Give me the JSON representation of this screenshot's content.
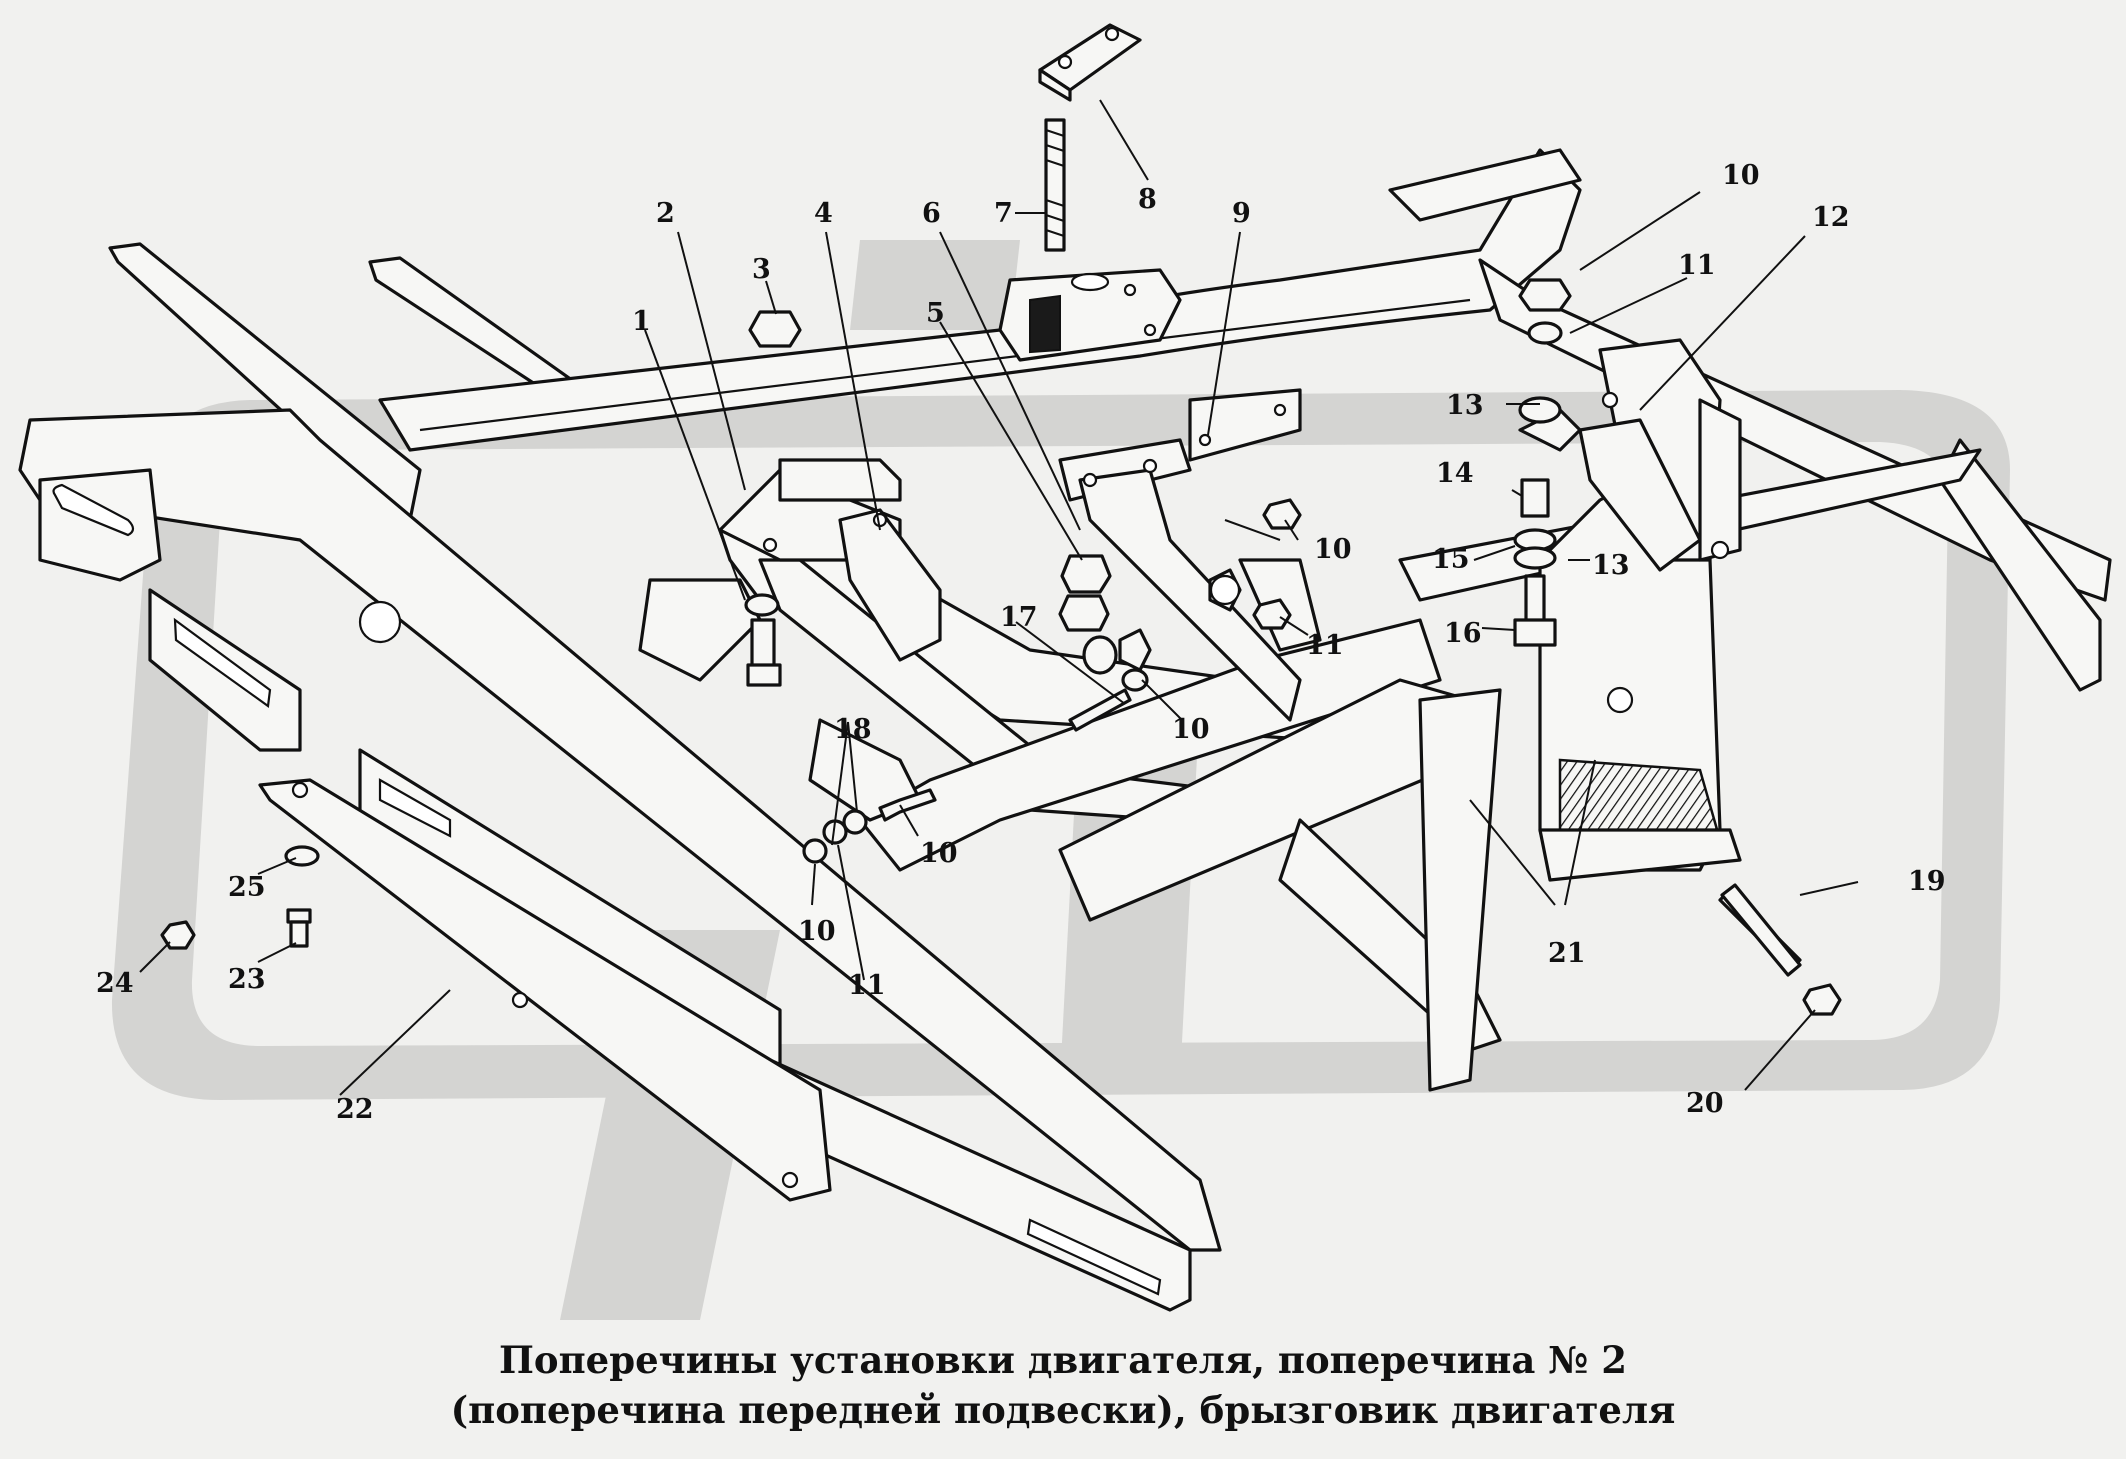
{
  "caption": {
    "line1": "Поперечины установки двигателя, поперечина № 2",
    "line2": "(поперечина передней подвески), брызговик двигателя"
  },
  "callouts": [
    {
      "id": "c1",
      "text": "1"
    },
    {
      "id": "c2",
      "text": "2"
    },
    {
      "id": "c3",
      "text": "3"
    },
    {
      "id": "c4",
      "text": "4"
    },
    {
      "id": "c5",
      "text": "5"
    },
    {
      "id": "c6",
      "text": "6"
    },
    {
      "id": "c7",
      "text": "7"
    },
    {
      "id": "c8",
      "text": "8"
    },
    {
      "id": "c9",
      "text": "9"
    },
    {
      "id": "c10a",
      "text": "10"
    },
    {
      "id": "c10b",
      "text": "10"
    },
    {
      "id": "c10c",
      "text": "10"
    },
    {
      "id": "c10d",
      "text": "10"
    },
    {
      "id": "c10e",
      "text": "10"
    },
    {
      "id": "c11a",
      "text": "11"
    },
    {
      "id": "c11b",
      "text": "11"
    },
    {
      "id": "c11c",
      "text": "11"
    },
    {
      "id": "c12",
      "text": "12"
    },
    {
      "id": "c13a",
      "text": "13"
    },
    {
      "id": "c13b",
      "text": "13"
    },
    {
      "id": "c14",
      "text": "14"
    },
    {
      "id": "c15",
      "text": "15"
    },
    {
      "id": "c16",
      "text": "16"
    },
    {
      "id": "c17",
      "text": "17"
    },
    {
      "id": "c18",
      "text": "18"
    },
    {
      "id": "c19",
      "text": "19"
    },
    {
      "id": "c20",
      "text": "20"
    },
    {
      "id": "c21",
      "text": "21"
    },
    {
      "id": "c22",
      "text": "22"
    },
    {
      "id": "c23",
      "text": "23"
    },
    {
      "id": "c24",
      "text": "24"
    },
    {
      "id": "c25",
      "text": "25"
    }
  ]
}
